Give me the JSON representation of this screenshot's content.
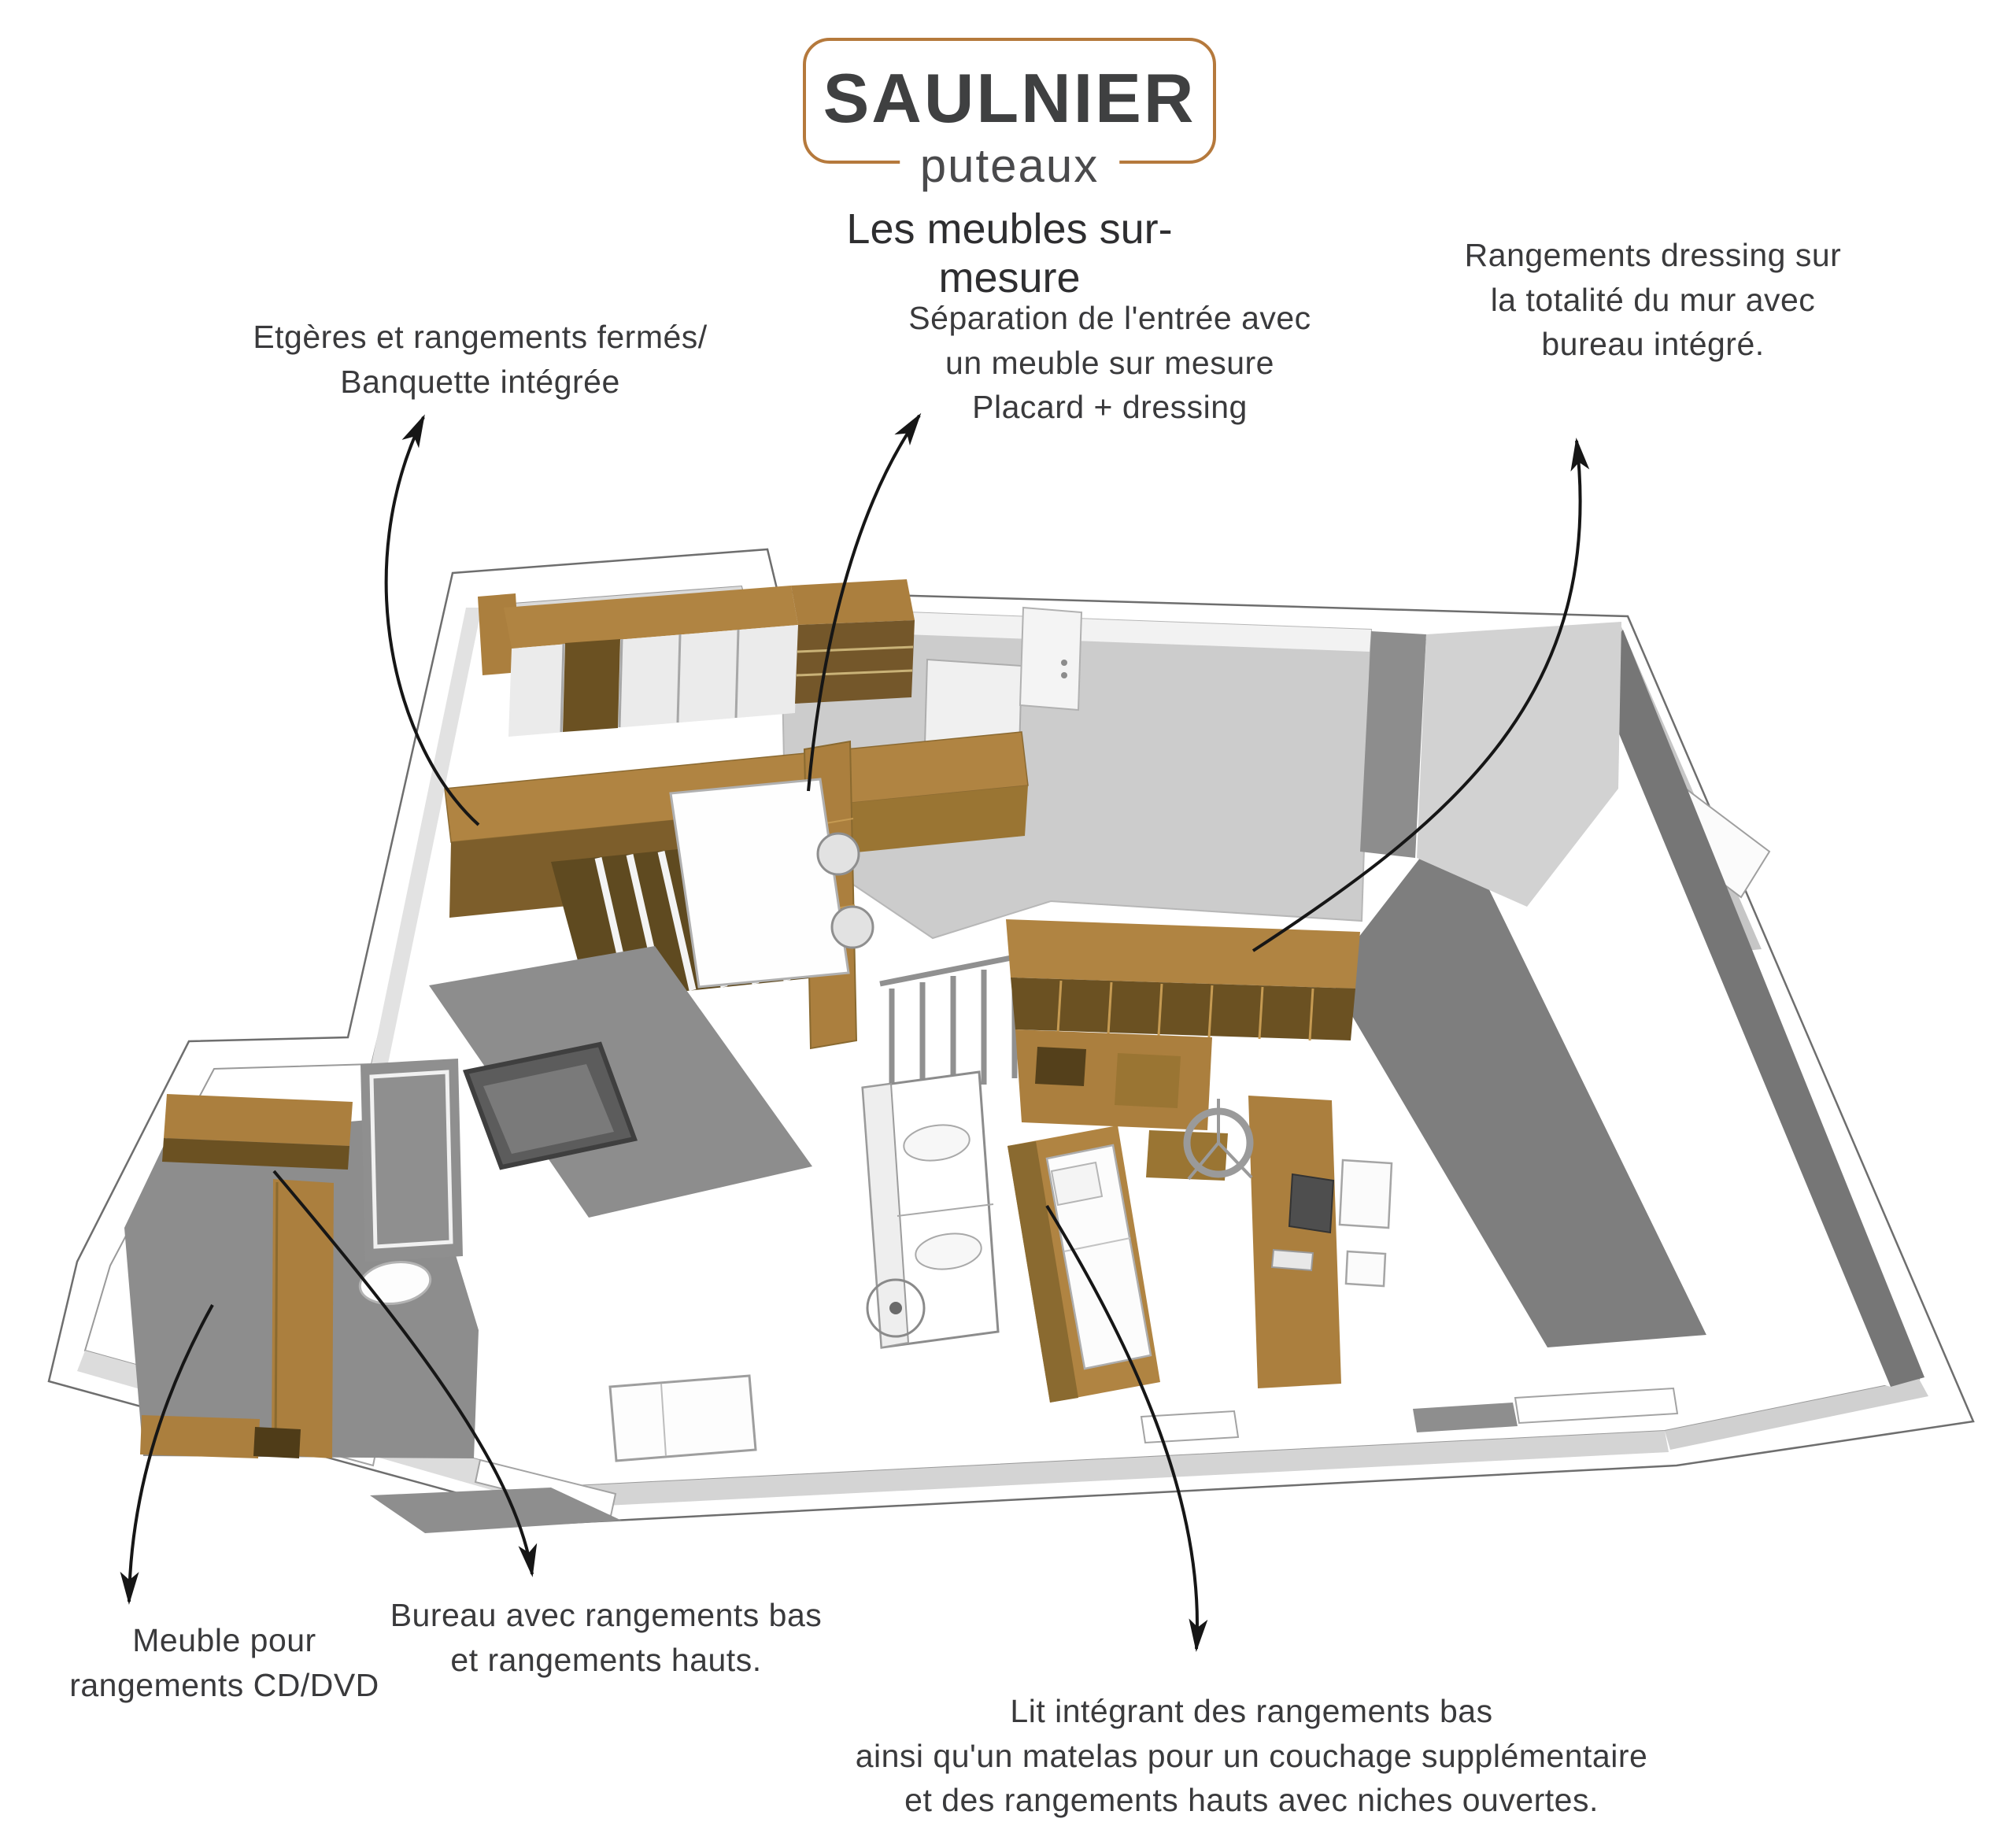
{
  "logo": {
    "name": "SAULNIER",
    "city": "puteaux",
    "tagline": "Les meubles sur-mesure",
    "frame_color": "#b5793c"
  },
  "annotations": {
    "shelves": {
      "text": "Etgères et rangements fermés/\nBanquette intégrée"
    },
    "separation": {
      "text": "Séparation de l'entrée avec\nun meuble sur mesure\nPlacard + dressing"
    },
    "dressing": {
      "text": "Rangements dressing sur\nla totalité du mur avec\nbureau intégré."
    },
    "cd_dvd": {
      "text": "Meuble pour\nrangements CD/DVD"
    },
    "bureau": {
      "text": "Bureau avec rangements bas\net rangements hauts."
    },
    "lit": {
      "text": "Lit intégrant des rangements bas\nainsi qu'un matelas pour un couchage supplémentaire\net des rangements hauts avec niches ouvertes."
    }
  },
  "colors": {
    "wood": "#b08442",
    "wood_medium": "#9a7533",
    "wood_dark": "#6b5122",
    "wall_white": "#ffffff",
    "wall_light_gray": "#cdcdcd",
    "wall_dark_gray": "#7d7d7d",
    "floor_shadow_gray": "#8d8d8d",
    "text_gray": "#3a3a3c",
    "arrow_black": "#161616",
    "logo_gold": "#b5793c"
  }
}
